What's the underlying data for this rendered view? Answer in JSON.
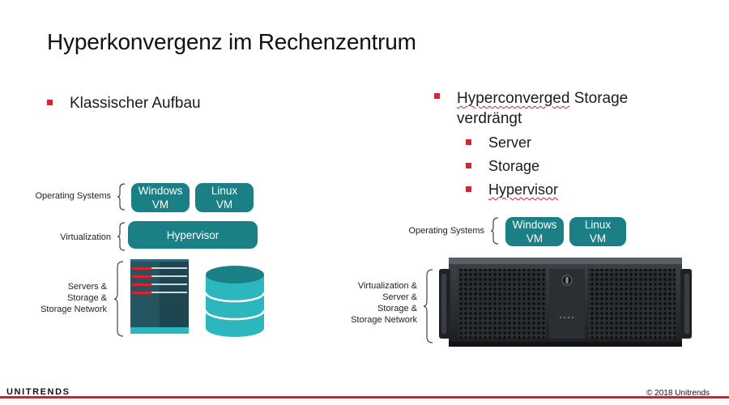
{
  "slide": {
    "title": "Hyperkonvergenz im Rechenzentrum"
  },
  "left": {
    "bullet": "Klassischer Aufbau",
    "labels": {
      "os": "Operating Systems",
      "virt": "Virtualization",
      "servers_line1": "Servers &",
      "servers_line2": "Storage &",
      "servers_line3": "Storage Network"
    },
    "boxes": {
      "windows_line1": "Windows",
      "windows_line2": "VM",
      "linux_line1": "Linux",
      "linux_line2": "VM",
      "hypervisor": "Hypervisor"
    }
  },
  "right": {
    "bullet_part1": "Hyperconverged",
    "bullet_part2": " Storage",
    "bullet_line2": "verdrängt",
    "sub_items": [
      "Server",
      "Storage",
      "Hypervisor"
    ],
    "labels": {
      "os": "Operating Systems",
      "virt_line1": "Virtualization &",
      "virt_line2": "Server &",
      "virt_line3": "Storage &",
      "virt_line4": "Storage Network"
    },
    "boxes": {
      "windows_line1": "Windows",
      "windows_line2": "VM",
      "linux_line1": "Linux",
      "linux_line2": "VM"
    }
  },
  "footer": {
    "logo": "UNITRENDS",
    "copyright": "© 2018 Unitrends"
  },
  "colors": {
    "accent_red": "#e0202e",
    "teal": "#1b8086",
    "teal_light": "#2cb6bd"
  }
}
